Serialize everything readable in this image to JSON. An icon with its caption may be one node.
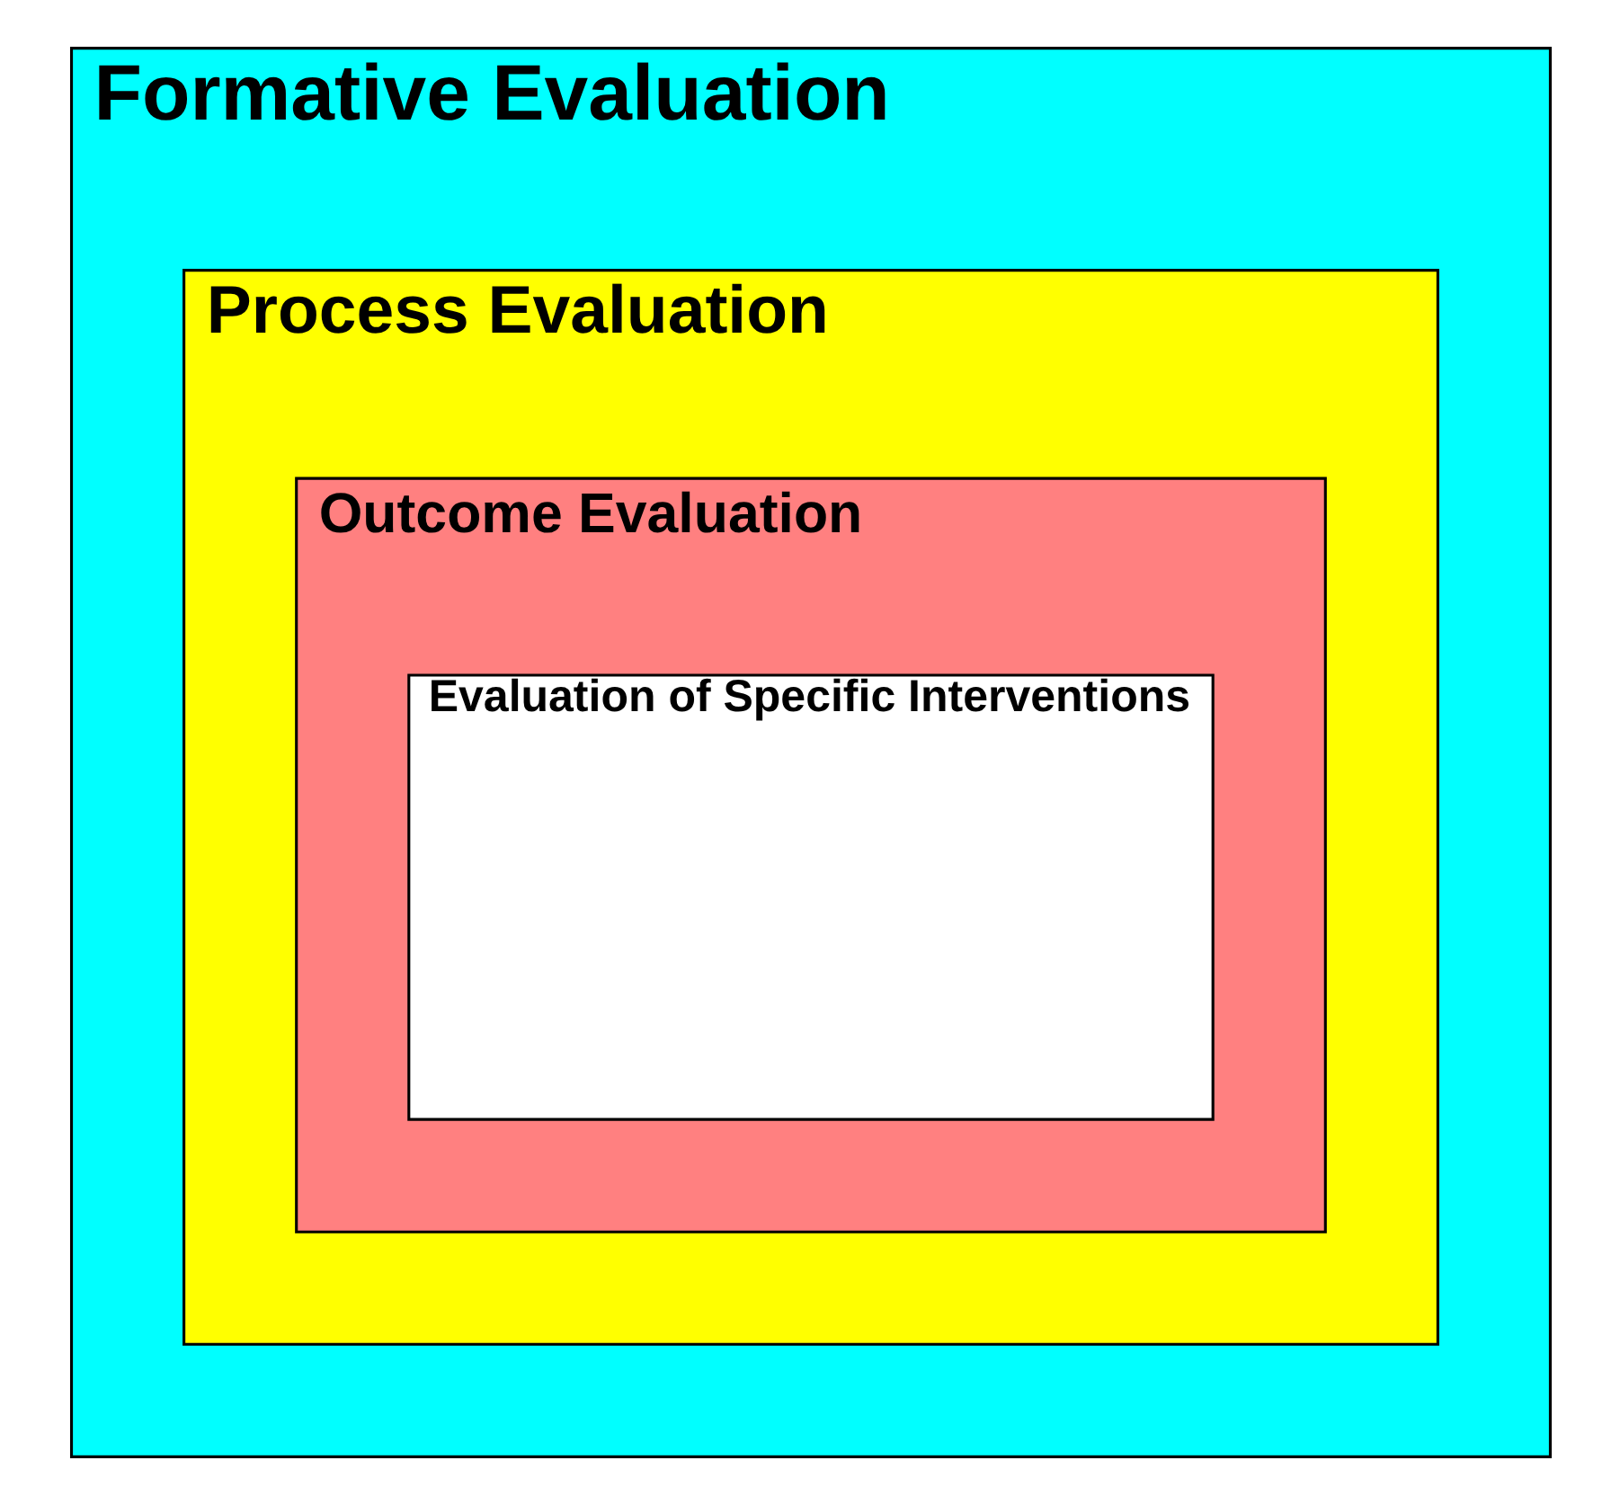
{
  "diagram": {
    "nodes": [
      {
        "text": [
          "Formative Evaluation"
        ]
      },
      {
        "text": [
          "Process Evaluation"
        ],
        "in": 0
      },
      {
        "text": [
          "Outcome Evaluation"
        ],
        "in": 1
      },
      {
        "text": [
          "Evaluation of Specific Interventions"
        ],
        "in": 2
      }
    ]
  }
}
